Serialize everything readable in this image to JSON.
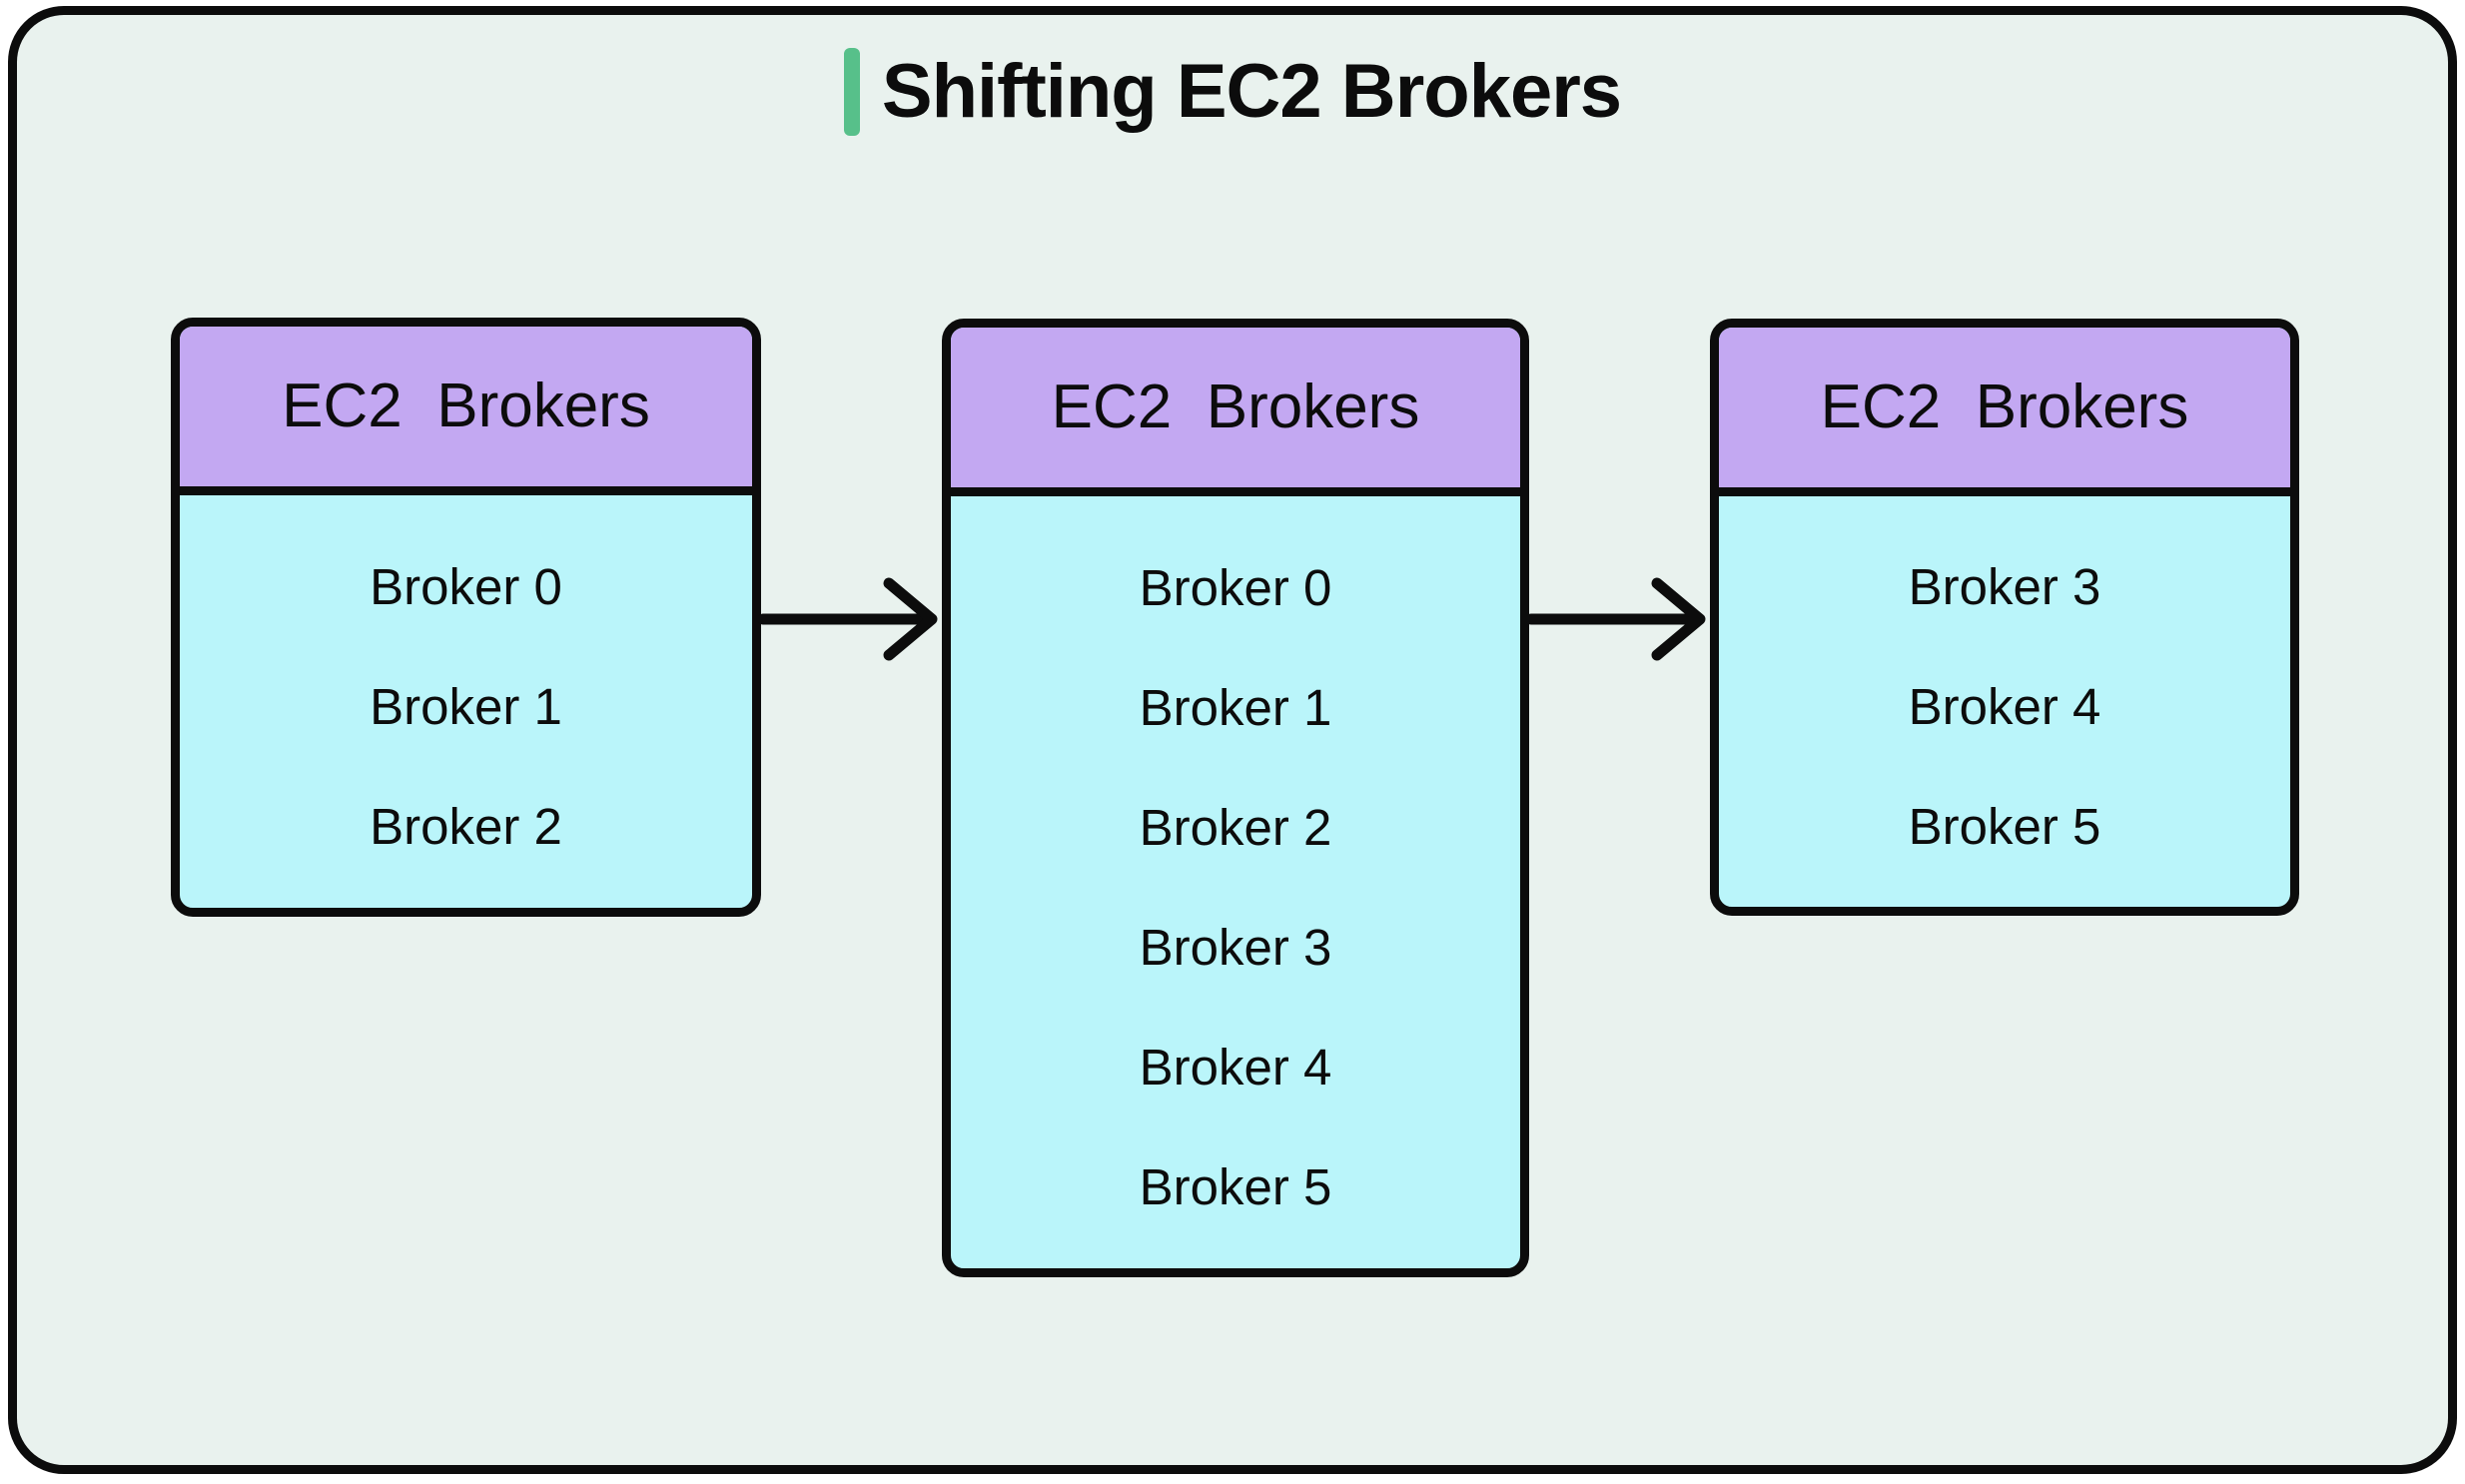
{
  "title": {
    "text": "Shifting EC2 Brokers",
    "accent_color": "#57c08a"
  },
  "palette": {
    "page_background": "#ffffff",
    "canvas_background": "#e9f2ee",
    "outline": "#0c0c0c",
    "node_header_fill": "#c3a8f2",
    "node_body_fill": "#baf5fa",
    "arrow_color": "#0c0c0c"
  },
  "nodes": [
    {
      "header": "EC2  Brokers",
      "rows": [
        "Broker 0",
        "Broker 1",
        "Broker 2"
      ]
    },
    {
      "header": "EC2  Brokers",
      "rows": [
        "Broker 0",
        "Broker 1",
        "Broker 2",
        "Broker 3",
        "Broker 4",
        "Broker 5"
      ]
    },
    {
      "header": "EC2  Brokers",
      "rows": [
        "Broker 3",
        "Broker 4",
        "Broker 5"
      ]
    }
  ],
  "arrows": [
    {
      "name": "arrow-right-icon",
      "from": "node-1",
      "to": "node-2"
    },
    {
      "name": "arrow-right-icon",
      "from": "node-2",
      "to": "node-3"
    }
  ]
}
